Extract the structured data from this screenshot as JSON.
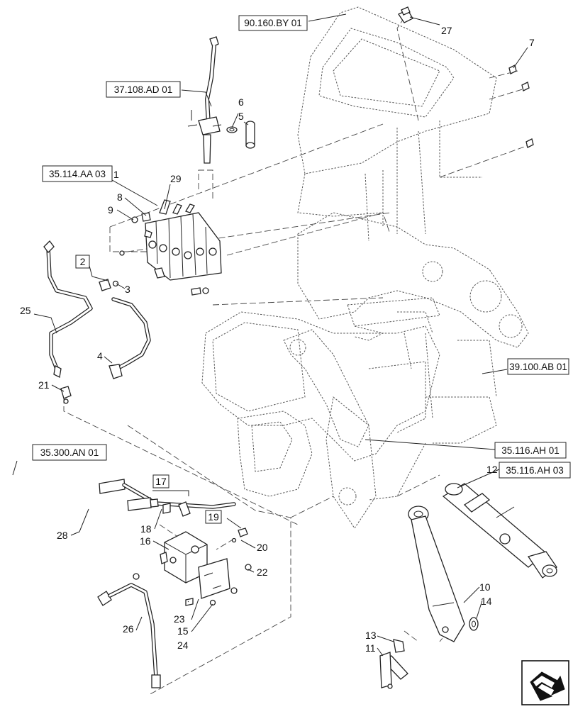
{
  "reference_boxes": {
    "ref_90_160": "90.160.BY 01",
    "ref_37_108": "37.108.AD 01",
    "ref_35_114": "35.114.AA 03",
    "ref_35_300": "35.300.AN 01",
    "ref_39_100": "39.100.AB 01",
    "ref_35_116_01": "35.116.AH 01",
    "ref_35_116_03": "35.116.AH 03"
  },
  "boxed_callouts": {
    "c2": "2",
    "c17": "17",
    "c19": "19"
  },
  "callouts": {
    "c1": "1",
    "c3": "3",
    "c4": "4",
    "c5": "5",
    "c6": "6",
    "c7": "7",
    "c8": "8",
    "c9": "9",
    "c10": "10",
    "c11": "11",
    "c12": "12",
    "c13": "13",
    "c14": "14",
    "c15": "15",
    "c16": "16",
    "c18": "18",
    "c20": "20",
    "c21": "21",
    "c22": "22",
    "c23": "23",
    "c24": "24",
    "c25": "25",
    "c26": "26",
    "c27": "27",
    "c28": "28",
    "c29": "29"
  },
  "nav_icon": "next-page-arrow-icon"
}
